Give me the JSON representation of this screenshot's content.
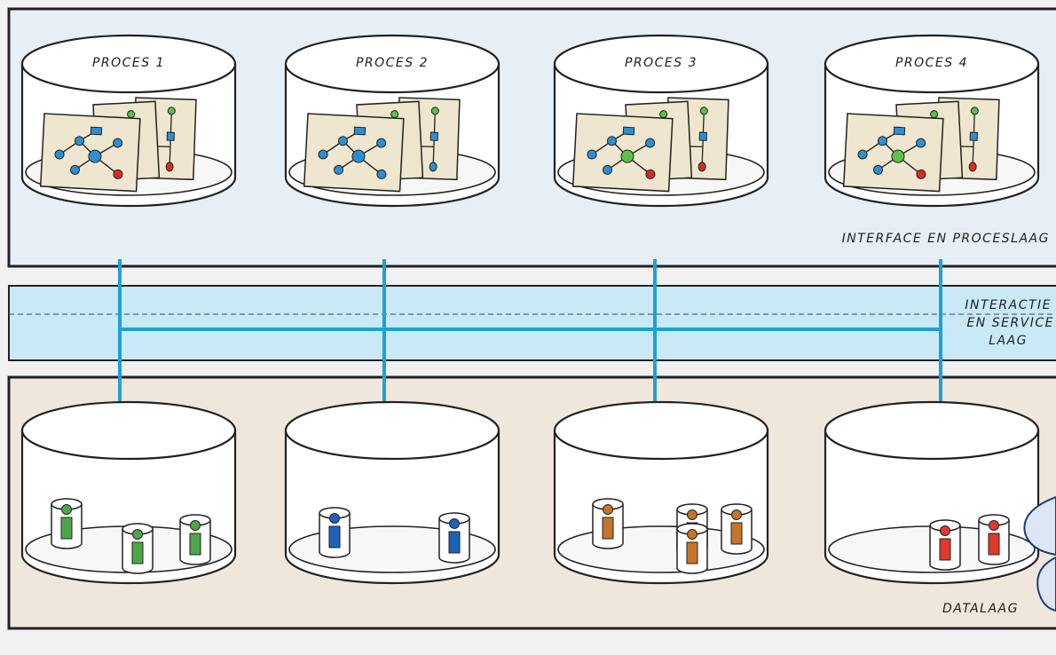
{
  "layers": {
    "process_layer": {
      "label": "INTERFACE EN PROCESLAAG",
      "processes": [
        {
          "label": "PROCES 1",
          "accent": "#d62d20",
          "hub_color": "#2e8fd0"
        },
        {
          "label": "PROCES 2",
          "accent": "#2e8fd0",
          "hub_color": "#2e8fd0"
        },
        {
          "label": "PROCES 3",
          "accent": "#d62d20",
          "hub_color": "#5cc04a"
        },
        {
          "label": "PROCES 4",
          "accent": "#d62d20",
          "hub_color": "#5cc04a"
        }
      ]
    },
    "service_layer": {
      "label_lines": [
        "INTERACTIE",
        "EN SERVICE",
        "LAAG"
      ]
    },
    "data_layer": {
      "label": "DATALAAG",
      "stores": [
        {
          "info_icon_color": "#4ea64a",
          "info_icon_count": 3
        },
        {
          "info_icon_color": "#1f63b8",
          "info_icon_count": 2
        },
        {
          "info_icon_color": "#c6742c",
          "info_icon_count": 4
        },
        {
          "info_icon_color": "#e0392b",
          "info_icon_count": 2
        }
      ]
    }
  },
  "colors": {
    "process_layer_bg": "#e6eef6",
    "service_layer_bg": "#c9e9f6",
    "data_layer_bg": "#f0e7dc",
    "connector": "#1ea0d6",
    "outline": "#222222",
    "sheet": "#efe6cf"
  }
}
